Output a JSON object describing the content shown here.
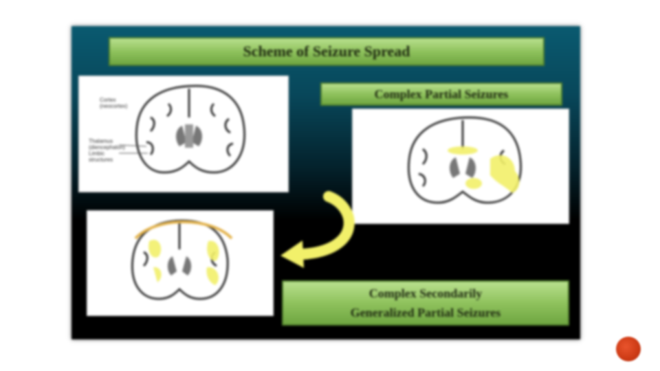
{
  "slide": {
    "title": "Scheme of Seizure Spread",
    "complex_partial_label": "Complex Partial Seizures",
    "secondarily_generalized_line1": "Complex Secondarily",
    "secondarily_generalized_line2": "Generalized Partial Seizures",
    "normal_brain_labels": {
      "top_left_line1": "Cortex",
      "top_left_line2": "(neocortex)",
      "mid_left_line1": "Thalamus",
      "mid_left_line2": "(diencephalon)",
      "mid_left_line3": "Limbic",
      "mid_left_line4": "structures"
    }
  },
  "colors": {
    "panel_top": "#0a5a70",
    "panel_bottom": "#000000",
    "banner_green": "#8fc25d",
    "seizure_yellow": "#f2f06a",
    "spread_orange": "#e3b24a",
    "nav_dot": "#cc3a14"
  },
  "icons": {
    "arrow": "curved-arrow-icon",
    "nav": "circle-nav-icon"
  }
}
